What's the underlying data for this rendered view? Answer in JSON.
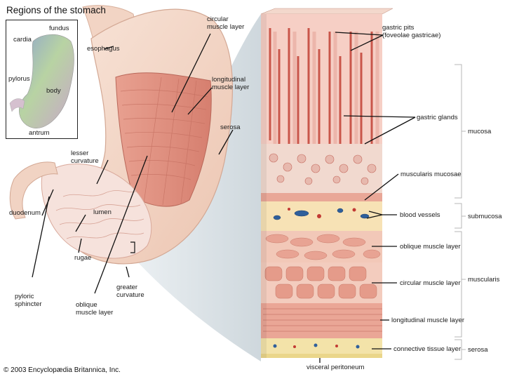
{
  "title": "Regions of the stomach",
  "copyright": "© 2003 Encyclopædia Britannica, Inc.",
  "regions": {
    "fundus": "fundus",
    "cardia": "cardia",
    "pylorus": "pylorus",
    "body": "body",
    "antrum": "antrum"
  },
  "stomach_labels": {
    "esophagus": "esophagus",
    "circular_muscle": "circular\nmuscle layer",
    "longitudinal_muscle": "longitudinal\nmuscle layer",
    "serosa": "serosa",
    "lesser_curvature": "lesser\ncurvature",
    "duodenum": "duodenum",
    "lumen": "lumen",
    "rugae": "rugae",
    "pyloric_sphincter": "pyloric\nsphincter",
    "oblique_muscle": "oblique\nmuscle layer",
    "greater_curvature": "greater\ncurvature"
  },
  "wall_labels": {
    "gastric_pits": "gastric pits\n(foveolae gastricae)",
    "gastric_glands": "gastric glands",
    "muscularis_mucosae": "muscularis mucosae",
    "blood_vessels": "blood vessels",
    "oblique_muscle": "oblique muscle layer",
    "circular_muscle": "circular muscle layer",
    "longitudinal_muscle": "longitudinal muscle layer",
    "connective_tissue": "connective tissue layer",
    "visceral_peritoneum": "visceral peritoneum"
  },
  "layer_labels": {
    "mucosa": "mucosa",
    "submucosa": "submucosa",
    "muscularis": "muscularis",
    "serosa": "serosa"
  },
  "colors": {
    "stomach_outer": "#f3d6c6",
    "muscle": "#e79c8c",
    "mucosa_pink": "#f6c9c0",
    "gland_red": "#c9564a",
    "submucosa": "#f7e2b5",
    "vessel_blue": "#2f5f9b",
    "connective": "#f3e3a9",
    "region_fundus": "#8fa6cc",
    "region_body": "#b8d3a3",
    "region_antrum": "#c8a7c9"
  }
}
